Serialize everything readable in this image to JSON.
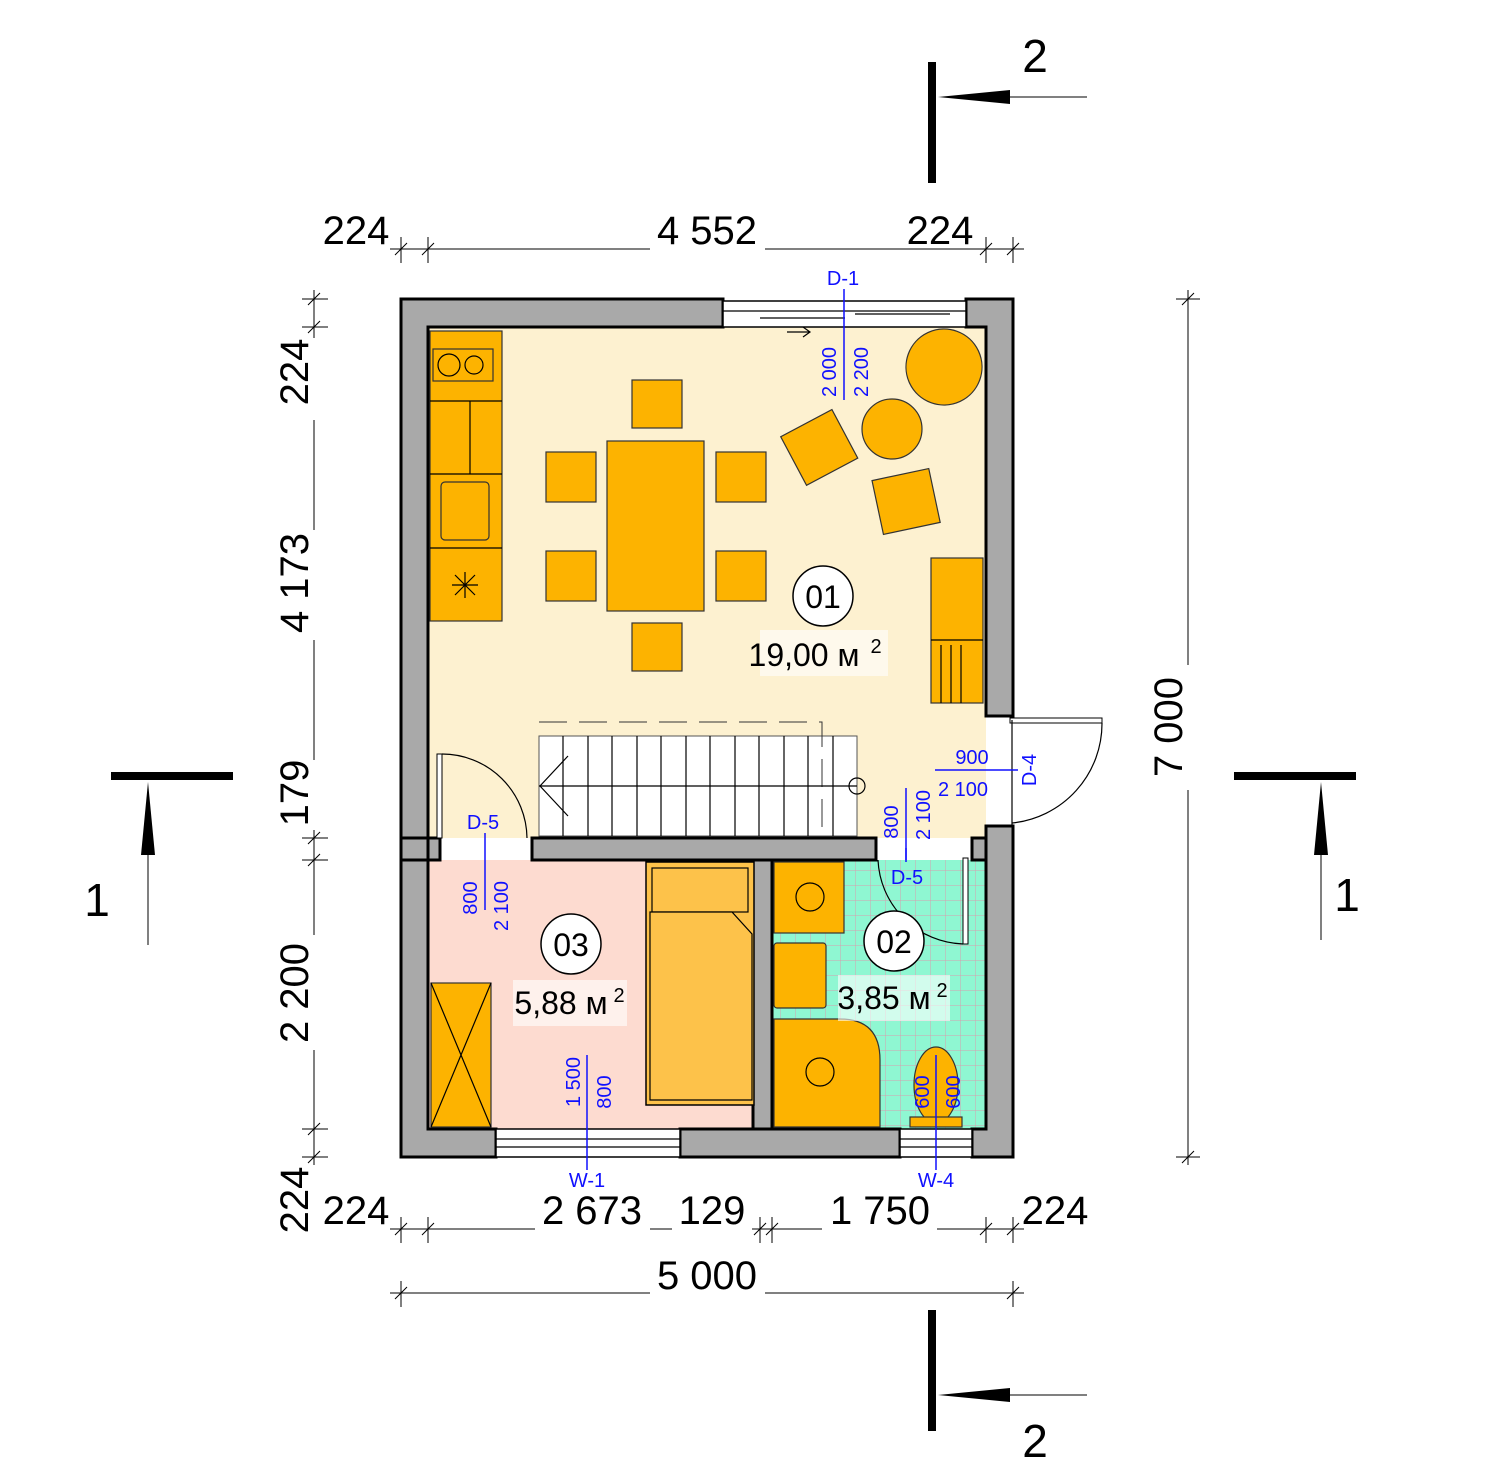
{
  "dimensions": {
    "top": [
      "224",
      "4 552",
      "224"
    ],
    "bottom": [
      "224",
      "2 673",
      "129",
      "1 750",
      "224"
    ],
    "overall_bottom": "5 000",
    "left": [
      "224",
      "4 173",
      "179",
      "2 200",
      "224"
    ],
    "right": "7 000"
  },
  "sections": {
    "one": "1",
    "two": "2"
  },
  "rooms": [
    {
      "number": "01",
      "area": "19,00 м",
      "sup": "2"
    },
    {
      "number": "02",
      "area": "3,85 м",
      "sup": "2"
    },
    {
      "number": "03",
      "area": "5,88 м",
      "sup": "2"
    }
  ],
  "openings": {
    "d1": {
      "tag": "D-1",
      "w": "2 000",
      "h": "2 200"
    },
    "d4": {
      "tag": "D-4",
      "w": "900",
      "h": "2 100"
    },
    "d5a": {
      "tag": "D-5",
      "w": "800",
      "h": "2 100"
    },
    "d5b": {
      "tag": "D-5",
      "w": "800",
      "h": "2 100"
    },
    "w1": {
      "tag": "W-1",
      "w": "1 500",
      "h": "800"
    },
    "w4": {
      "tag": "W-4",
      "w": "600",
      "h": "600"
    }
  },
  "colors": {
    "living": "#fdf1d0",
    "bedroom": "#fddbd0",
    "bath": "#8ff7d2",
    "furniture": "#fdb300",
    "wall": "#a9a9a9",
    "annotation": "#1010ff"
  }
}
